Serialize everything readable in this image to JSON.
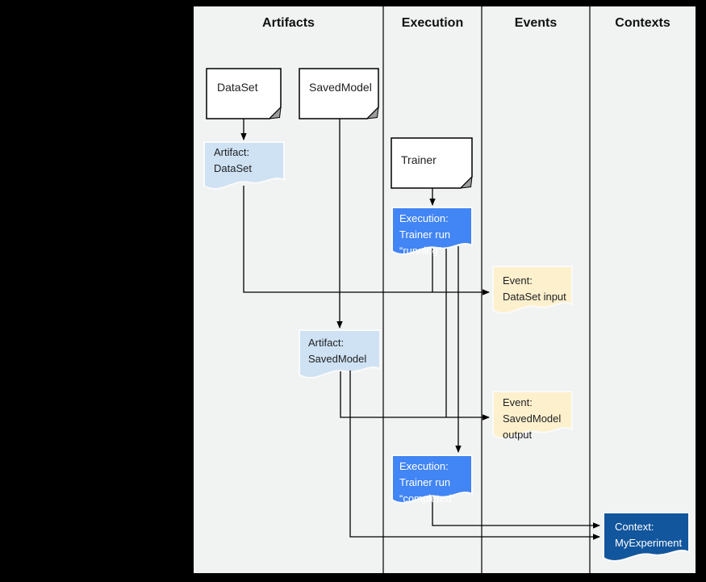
{
  "page": {
    "background": "#000000"
  },
  "diagram": {
    "columns": [
      {
        "label": "Artifacts"
      },
      {
        "label": "Execution"
      },
      {
        "label": "Events"
      },
      {
        "label": "Contexts"
      }
    ],
    "colors": {
      "panel_bg": "#f1f2f2",
      "column_line": "#000000",
      "doc_fill": "#ffffff",
      "doc_stroke": "#000000",
      "doc_fold": "#9e9e9e",
      "artifact_fill": "#cfe2f3",
      "execution_fill": "#4285f4",
      "event_fill": "#fdf0cd",
      "context_fill": "#12569d",
      "shape_outline": "#fafafa",
      "connector": "#000000",
      "text_dark": "#202124",
      "text_light": "#ffffff"
    },
    "nodes": {
      "dataset": {
        "label": "DataSet"
      },
      "savedmodel": {
        "label": "SavedModel"
      },
      "trainer": {
        "label": "Trainer"
      },
      "artifact_dataset": {
        "line1": "Artifact:",
        "line2": "DataSet"
      },
      "artifact_savedmodel": {
        "line1": "Artifact:",
        "line2": "SavedModel"
      },
      "execution_running": {
        "line1": "Execution:",
        "line2": "Trainer run",
        "line3": "“running”"
      },
      "execution_completed": {
        "line1": "Execution:",
        "line2": "Trainer run",
        "line3": "“completed”"
      },
      "event_dataset_input": {
        "line1": "Event:",
        "line2": "DataSet input"
      },
      "event_savedmodel_output": {
        "line1": "Event:",
        "line2": "SavedModel",
        "line3": "output"
      },
      "context_myexperiment": {
        "line1": "Context:",
        "line2": "MyExperiment"
      }
    }
  }
}
